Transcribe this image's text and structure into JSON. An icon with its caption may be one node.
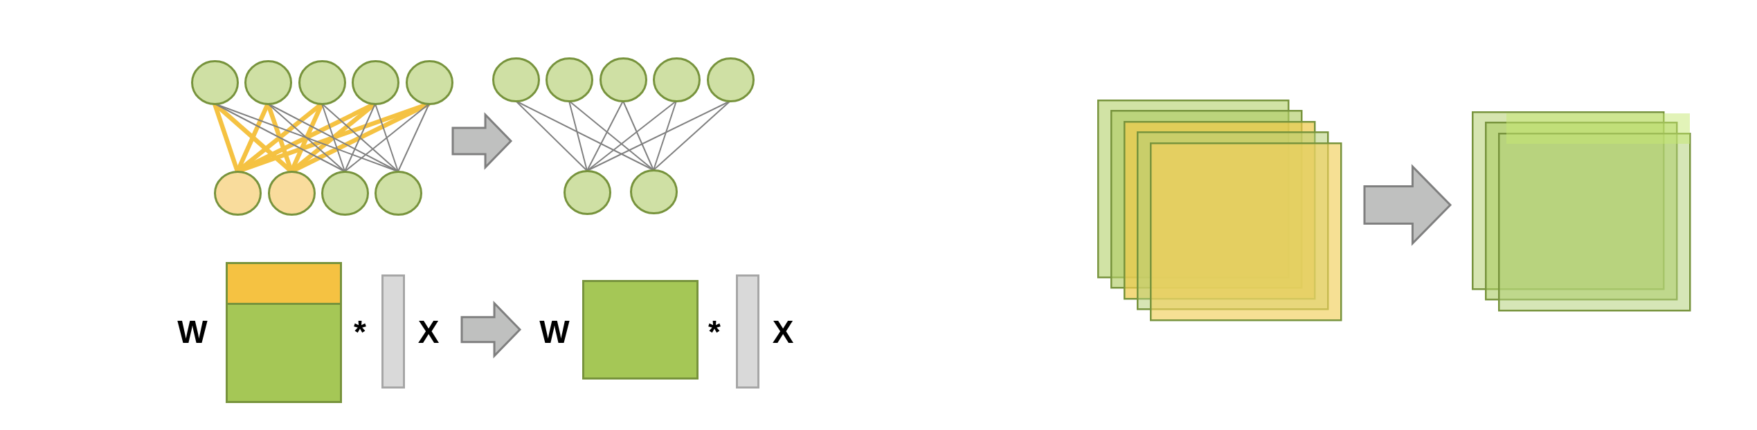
{
  "diagram": {
    "nodes": [
      {
        "text": [],
        "shape": "circle"
      },
      {
        "text": [],
        "shape": "circle"
      },
      {
        "text": [],
        "shape": "circle"
      },
      {
        "text": [],
        "shape": "circle"
      },
      {
        "text": [],
        "shape": "circle"
      },
      {
        "text": [],
        "shape": "circle"
      },
      {
        "text": [],
        "shape": "circle"
      },
      {
        "text": [],
        "shape": "circle"
      },
      {
        "text": [],
        "shape": "circle"
      },
      {
        "text": [],
        "shape": "circle"
      },
      {
        "text": [],
        "shape": "circle"
      },
      {
        "text": [],
        "shape": "circle"
      },
      {
        "text": [],
        "shape": "circle"
      },
      {
        "text": [],
        "shape": "circle"
      },
      {
        "text": [],
        "shape": "circle"
      },
      {
        "text": [],
        "shape": "circle"
      },
      {
        "text": [],
        "shape": "box",
        "beside": [
          "W"
        ]
      },
      {
        "text": [],
        "shape": "bar",
        "beside": [
          "X"
        ]
      },
      {
        "text": [],
        "shape": "box",
        "beside": [
          "W"
        ]
      },
      {
        "text": [],
        "shape": "bar",
        "beside": [
          "X"
        ]
      },
      {
        "text": [],
        "shape": "box"
      },
      {
        "text": [],
        "shape": "box"
      },
      {
        "text": [],
        "shape": "box"
      },
      {
        "text": [],
        "shape": "box"
      },
      {
        "text": [],
        "shape": "box"
      },
      {
        "text": [],
        "shape": "box"
      },
      {
        "text": [],
        "shape": "box"
      },
      {
        "text": [],
        "shape": "box"
      }
    ],
    "edges": [
      {
        "from": 0,
        "to": 5,
        "arrow": "none",
        "style": "thick",
        "color": "#f5c242"
      },
      {
        "from": 0,
        "to": 6,
        "arrow": "none",
        "style": "thick",
        "color": "#f5c242"
      },
      {
        "from": 0,
        "to": 7,
        "arrow": "none"
      },
      {
        "from": 0,
        "to": 8,
        "arrow": "none"
      },
      {
        "from": 1,
        "to": 5,
        "arrow": "none",
        "style": "thick",
        "color": "#f5c242"
      },
      {
        "from": 1,
        "to": 6,
        "arrow": "none",
        "style": "thick",
        "color": "#f5c242"
      },
      {
        "from": 1,
        "to": 7,
        "arrow": "none"
      },
      {
        "from": 1,
        "to": 8,
        "arrow": "none"
      },
      {
        "from": 2,
        "to": 5,
        "arrow": "none",
        "style": "thick",
        "color": "#f5c242"
      },
      {
        "from": 2,
        "to": 6,
        "arrow": "none",
        "style": "thick",
        "color": "#f5c242"
      },
      {
        "from": 2,
        "to": 7,
        "arrow": "none"
      },
      {
        "from": 2,
        "to": 8,
        "arrow": "none"
      },
      {
        "from": 3,
        "to": 5,
        "arrow": "none",
        "style": "thick",
        "color": "#f5c242"
      },
      {
        "from": 3,
        "to": 6,
        "arrow": "none",
        "style": "thick",
        "color": "#f5c242"
      },
      {
        "from": 3,
        "to": 7,
        "arrow": "none"
      },
      {
        "from": 3,
        "to": 8,
        "arrow": "none"
      },
      {
        "from": 4,
        "to": 5,
        "arrow": "none",
        "style": "thick",
        "color": "#f5c242"
      },
      {
        "from": 4,
        "to": 6,
        "arrow": "none",
        "style": "thick",
        "color": "#f5c242"
      },
      {
        "from": 4,
        "to": 7,
        "arrow": "none"
      },
      {
        "from": 4,
        "to": 8,
        "arrow": "none"
      },
      {
        "from": 9,
        "to": 14,
        "arrow": "none"
      },
      {
        "from": 9,
        "to": 15,
        "arrow": "none"
      },
      {
        "from": 10,
        "to": 14,
        "arrow": "none"
      },
      {
        "from": 10,
        "to": 15,
        "arrow": "none"
      },
      {
        "from": 11,
        "to": 14,
        "arrow": "none"
      },
      {
        "from": 11,
        "to": 15,
        "arrow": "none"
      },
      {
        "from": 12,
        "to": 14,
        "arrow": "none"
      },
      {
        "from": 12,
        "to": 15,
        "arrow": "none"
      },
      {
        "from": 13,
        "to": 14,
        "arrow": "none"
      },
      {
        "from": 13,
        "to": 15,
        "arrow": "none"
      },
      {
        "from": 4,
        "to": 9,
        "arrow": "to",
        "style": "thick"
      },
      {
        "from": 17,
        "to": 18,
        "arrow": "to",
        "style": "thick"
      },
      {
        "from": 24,
        "to": 25,
        "arrow": "to",
        "style": "thick"
      }
    ],
    "labels": [
      "*",
      "*"
    ]
  }
}
